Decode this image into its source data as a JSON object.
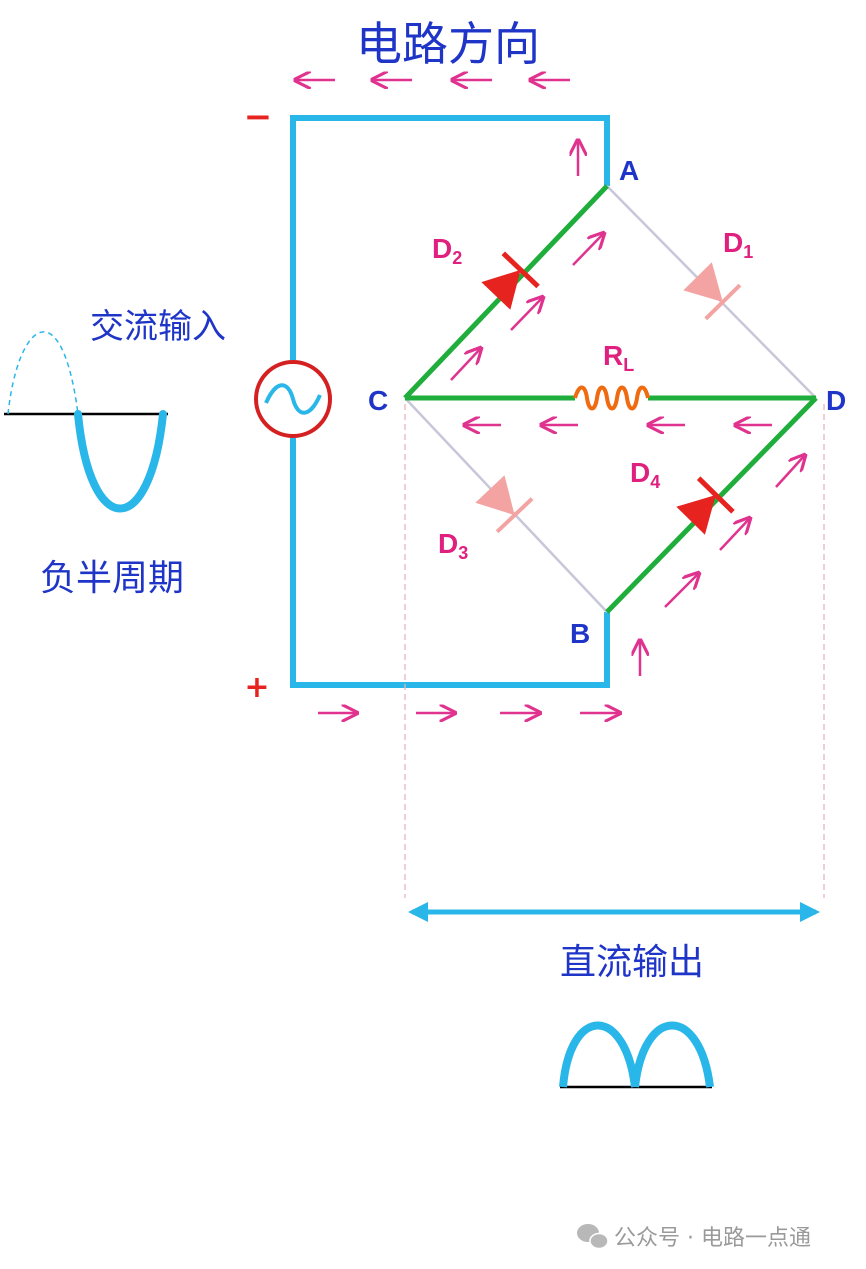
{
  "title": "电路方向",
  "ac_input_label": "交流输入",
  "half_cycle_label": "负半周期",
  "dc_output_label": "直流输出",
  "polarity": {
    "minus": "−",
    "plus": "+"
  },
  "nodes": {
    "A": "A",
    "B": "B",
    "C": "C",
    "D": "D"
  },
  "components": {
    "D1": {
      "base": "D",
      "sub": "1",
      "state": "off"
    },
    "D2": {
      "base": "D",
      "sub": "2",
      "state": "on"
    },
    "D3": {
      "base": "D",
      "sub": "3",
      "state": "off"
    },
    "D4": {
      "base": "D",
      "sub": "4",
      "state": "on"
    },
    "RL": {
      "base": "R",
      "sub": "L"
    }
  },
  "watermark": {
    "text": "公众号 · 电路一点通",
    "icon": "wechat-icon"
  },
  "colors": {
    "wire": "#29b6e8",
    "active_path": "#1fae3c",
    "inactive_path": "#c7c7d9",
    "diode_on": "#e6231e",
    "diode_off": "#f4a3a3",
    "arrow": "#e0338f",
    "label_blue": "#1f35c8",
    "label_magenta": "#e0207f",
    "source": "#d42020",
    "resistor": "#f06a10"
  }
}
